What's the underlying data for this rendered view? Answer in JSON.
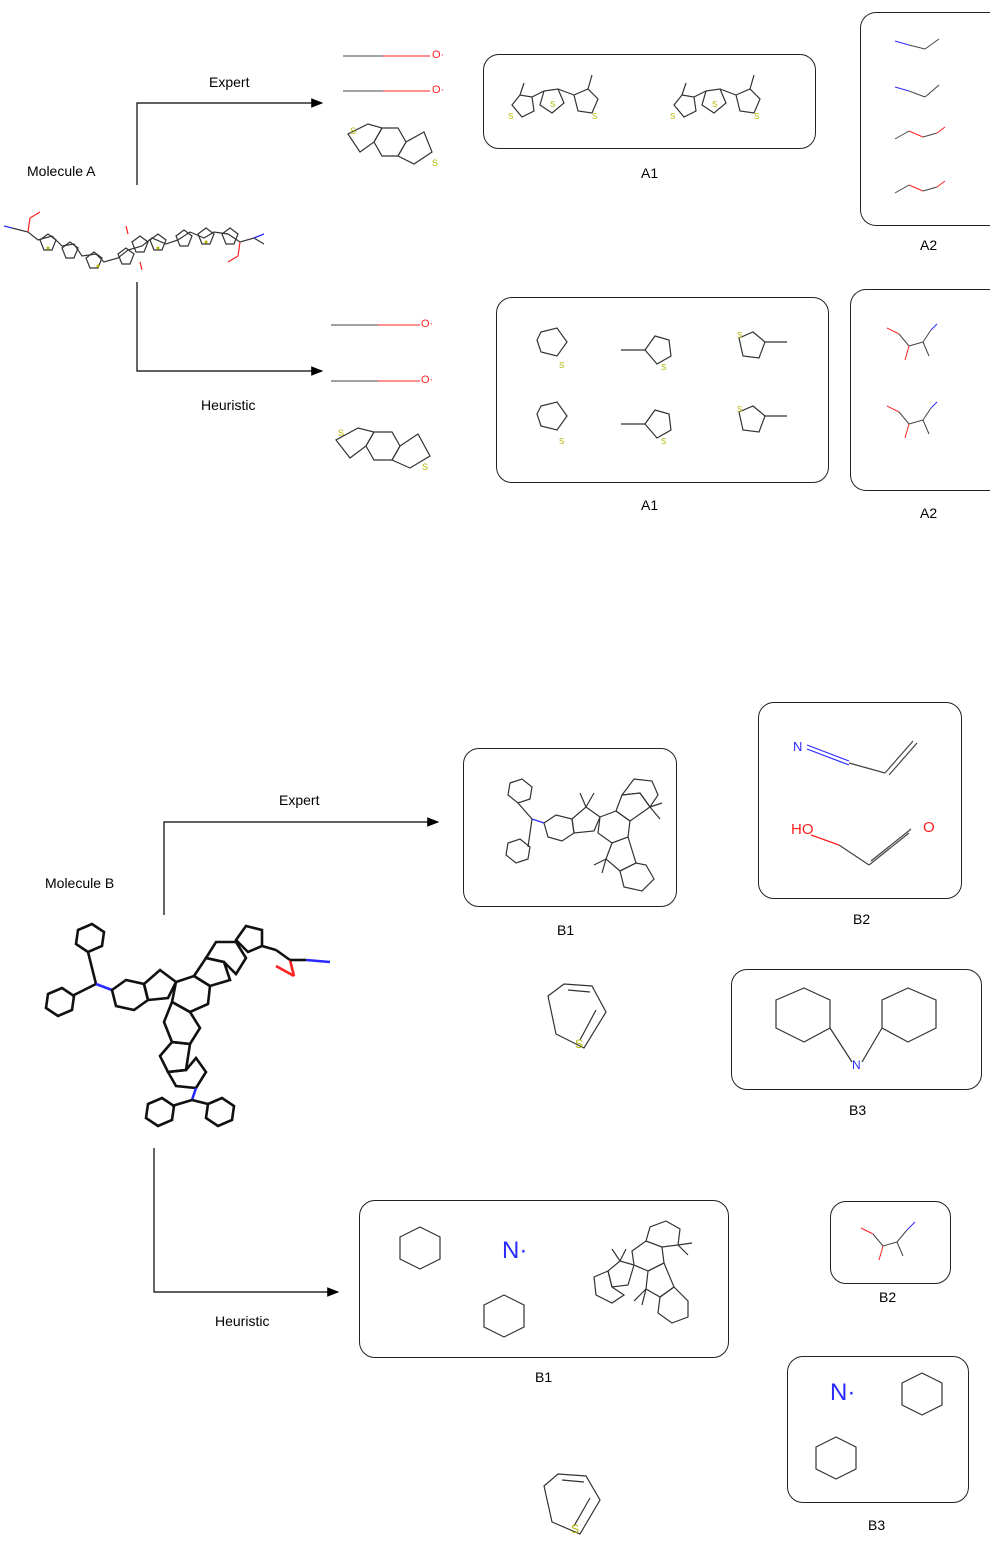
{
  "molecule_a": {
    "title": "Molecule A",
    "expert_label": "Expert",
    "heuristic_label": "Heuristic",
    "radical_label": "O·",
    "expert_A1_label": "A1",
    "expert_A2_label": "A2",
    "heuristic_A1_label": "A1",
    "heuristic_A2_label": "A2"
  },
  "molecule_b": {
    "title": "Molecule B",
    "expert_label": "Expert",
    "heuristic_label": "Heuristic",
    "expert_B1_label": "B1",
    "expert_B2_label": "B2",
    "expert_B3_label": "B3",
    "heuristic_B1_label": "B1",
    "heuristic_B2_label": "B2",
    "heuristic_B3_label": "B3",
    "n_radical": "N·",
    "ho_label": "HO",
    "o_label": "O",
    "n_label": "N",
    "s_label": "S"
  },
  "colors": {
    "sulfur": "#b5b500",
    "oxygen": "#ff2020",
    "nitrogen": "#2a2aff",
    "bond": "#333333"
  }
}
